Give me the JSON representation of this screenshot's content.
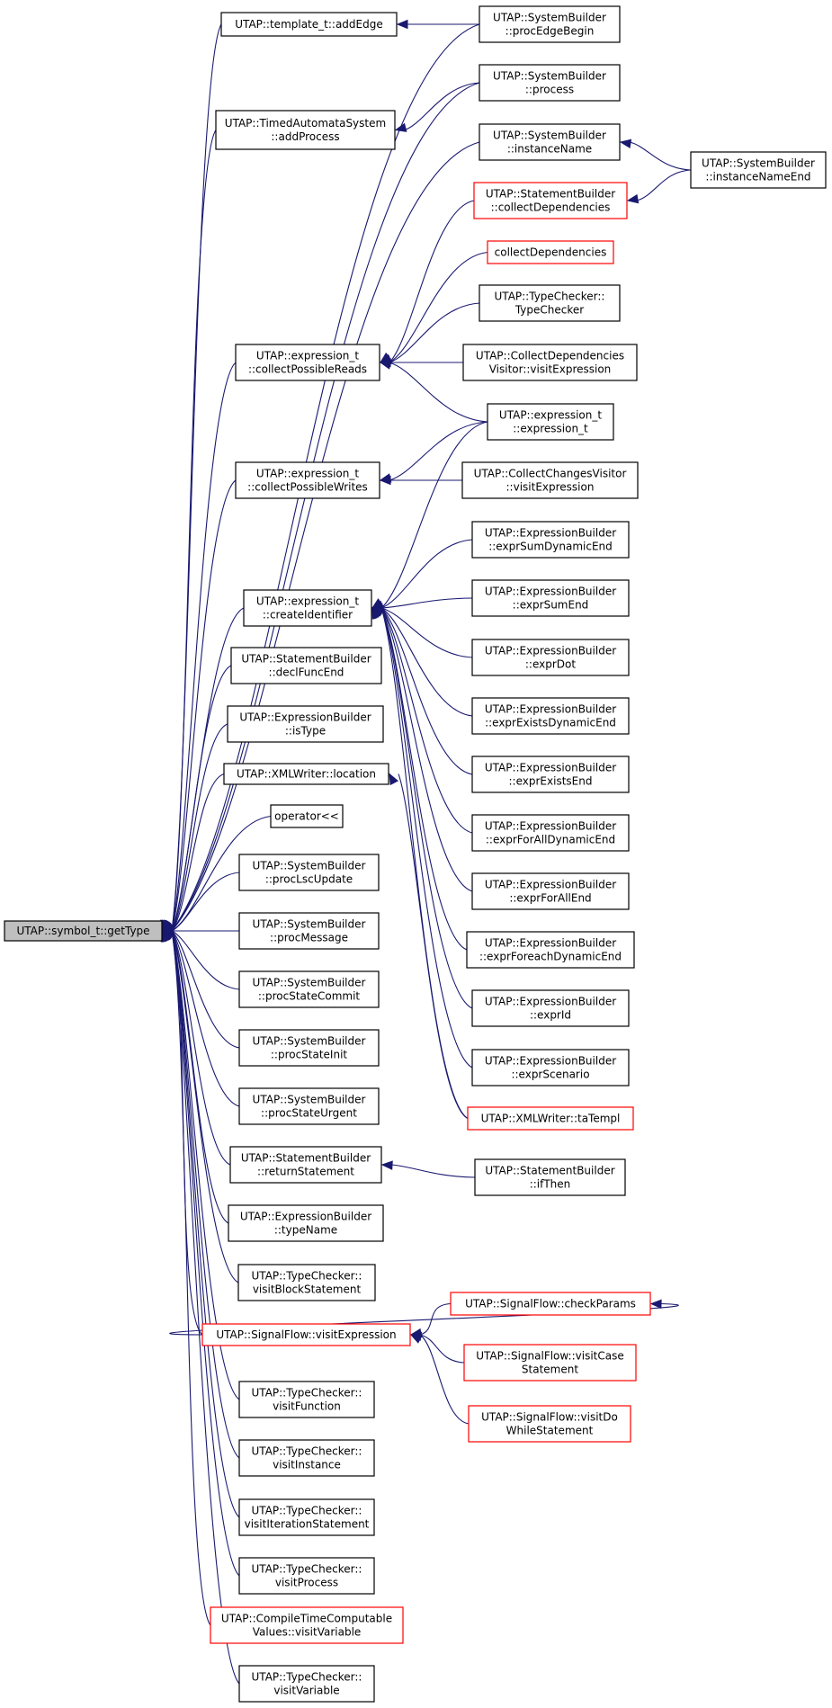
{
  "graph": {
    "nodes": [
      {
        "id": "root",
        "lines": [
          "UTAP::symbol_t::getType"
        ],
        "style": "root"
      },
      {
        "id": "addEdge",
        "lines": [
          "UTAP::template_t::addEdge"
        ],
        "style": "normal"
      },
      {
        "id": "procEdgeBegin",
        "lines": [
          "UTAP::SystemBuilder",
          "::procEdgeBegin"
        ],
        "style": "normal"
      },
      {
        "id": "addProcess",
        "lines": [
          "UTAP::TimedAutomataSystem",
          "::addProcess"
        ],
        "style": "normal"
      },
      {
        "id": "process",
        "lines": [
          "UTAP::SystemBuilder",
          "::process"
        ],
        "style": "normal"
      },
      {
        "id": "instanceName",
        "lines": [
          "UTAP::SystemBuilder",
          "::instanceName"
        ],
        "style": "normal"
      },
      {
        "id": "instanceNameEnd",
        "lines": [
          "UTAP::SystemBuilder",
          "::instanceNameEnd"
        ],
        "style": "normal"
      },
      {
        "id": "sbCollectDeps",
        "lines": [
          "UTAP::StatementBuilder",
          "::collectDependencies"
        ],
        "style": "red"
      },
      {
        "id": "collectDeps",
        "lines": [
          "collectDependencies"
        ],
        "style": "red"
      },
      {
        "id": "typeCheckerCtor",
        "lines": [
          "UTAP::TypeChecker::",
          "TypeChecker"
        ],
        "style": "normal"
      },
      {
        "id": "collectPossibleReads",
        "lines": [
          "UTAP::expression_t",
          "::collectPossibleReads"
        ],
        "style": "normal"
      },
      {
        "id": "cdvVisitExpr",
        "lines": [
          "UTAP::CollectDependencies",
          "Visitor::visitExpression"
        ],
        "style": "normal"
      },
      {
        "id": "exprCtor",
        "lines": [
          "UTAP::expression_t",
          "::expression_t"
        ],
        "style": "normal"
      },
      {
        "id": "collectPossibleWrites",
        "lines": [
          "UTAP::expression_t",
          "::collectPossibleWrites"
        ],
        "style": "normal"
      },
      {
        "id": "ccvVisitExpr",
        "lines": [
          "UTAP::CollectChangesVisitor",
          "::visitExpression"
        ],
        "style": "normal"
      },
      {
        "id": "exprSumDynamicEnd",
        "lines": [
          "UTAP::ExpressionBuilder",
          "::exprSumDynamicEnd"
        ],
        "style": "normal"
      },
      {
        "id": "createIdentifier",
        "lines": [
          "UTAP::expression_t",
          "::createIdentifier"
        ],
        "style": "normal"
      },
      {
        "id": "exprSumEnd",
        "lines": [
          "UTAP::ExpressionBuilder",
          "::exprSumEnd"
        ],
        "style": "normal"
      },
      {
        "id": "declFuncEnd",
        "lines": [
          "UTAP::StatementBuilder",
          "::declFuncEnd"
        ],
        "style": "normal"
      },
      {
        "id": "exprDot",
        "lines": [
          "UTAP::ExpressionBuilder",
          "::exprDot"
        ],
        "style": "normal"
      },
      {
        "id": "isType",
        "lines": [
          "UTAP::ExpressionBuilder",
          "::isType"
        ],
        "style": "normal"
      },
      {
        "id": "exprExistsDynamicEnd",
        "lines": [
          "UTAP::ExpressionBuilder",
          "::exprExistsDynamicEnd"
        ],
        "style": "normal"
      },
      {
        "id": "location",
        "lines": [
          "UTAP::XMLWriter::location"
        ],
        "style": "normal"
      },
      {
        "id": "exprExistsEnd",
        "lines": [
          "UTAP::ExpressionBuilder",
          "::exprExistsEnd"
        ],
        "style": "normal"
      },
      {
        "id": "operatorShl",
        "lines": [
          "operator<<"
        ],
        "style": "normal"
      },
      {
        "id": "exprForAllDynamicEnd",
        "lines": [
          "UTAP::ExpressionBuilder",
          "::exprForAllDynamicEnd"
        ],
        "style": "normal"
      },
      {
        "id": "procLscUpdate",
        "lines": [
          "UTAP::SystemBuilder",
          "::procLscUpdate"
        ],
        "style": "normal"
      },
      {
        "id": "exprForAllEnd",
        "lines": [
          "UTAP::ExpressionBuilder",
          "::exprForAllEnd"
        ],
        "style": "normal"
      },
      {
        "id": "procMessage",
        "lines": [
          "UTAP::SystemBuilder",
          "::procMessage"
        ],
        "style": "normal"
      },
      {
        "id": "exprForeachDynamicEnd",
        "lines": [
          "UTAP::ExpressionBuilder",
          "::exprForeachDynamicEnd"
        ],
        "style": "normal"
      },
      {
        "id": "procStateCommit",
        "lines": [
          "UTAP::SystemBuilder",
          "::procStateCommit"
        ],
        "style": "normal"
      },
      {
        "id": "exprId",
        "lines": [
          "UTAP::ExpressionBuilder",
          "::exprId"
        ],
        "style": "normal"
      },
      {
        "id": "procStateInit",
        "lines": [
          "UTAP::SystemBuilder",
          "::procStateInit"
        ],
        "style": "normal"
      },
      {
        "id": "exprScenario",
        "lines": [
          "UTAP::ExpressionBuilder",
          "::exprScenario"
        ],
        "style": "normal"
      },
      {
        "id": "procStateUrgent",
        "lines": [
          "UTAP::SystemBuilder",
          "::procStateUrgent"
        ],
        "style": "normal"
      },
      {
        "id": "taTempl",
        "lines": [
          "UTAP::XMLWriter::taTempl"
        ],
        "style": "red"
      },
      {
        "id": "returnStatement",
        "lines": [
          "UTAP::StatementBuilder",
          "::returnStatement"
        ],
        "style": "normal"
      },
      {
        "id": "ifThen",
        "lines": [
          "UTAP::StatementBuilder",
          "::ifThen"
        ],
        "style": "normal"
      },
      {
        "id": "typeName",
        "lines": [
          "UTAP::ExpressionBuilder",
          "::typeName"
        ],
        "style": "normal"
      },
      {
        "id": "visitBlockStatement",
        "lines": [
          "UTAP::TypeChecker::",
          "visitBlockStatement"
        ],
        "style": "normal"
      },
      {
        "id": "checkParams",
        "lines": [
          "UTAP::SignalFlow::checkParams"
        ],
        "style": "red"
      },
      {
        "id": "sfVisitExpr",
        "lines": [
          "UTAP::SignalFlow::visitExpression"
        ],
        "style": "red"
      },
      {
        "id": "visitCaseStatement",
        "lines": [
          "UTAP::SignalFlow::visitCase",
          "Statement"
        ],
        "style": "red"
      },
      {
        "id": "visitFunction",
        "lines": [
          "UTAP::TypeChecker::",
          "visitFunction"
        ],
        "style": "normal"
      },
      {
        "id": "visitDoWhile",
        "lines": [
          "UTAP::SignalFlow::visitDo",
          "WhileStatement"
        ],
        "style": "red"
      },
      {
        "id": "visitInstance",
        "lines": [
          "UTAP::TypeChecker::",
          "visitInstance"
        ],
        "style": "normal"
      },
      {
        "id": "visitIterationStatement",
        "lines": [
          "UTAP::TypeChecker::",
          "visitIterationStatement"
        ],
        "style": "normal"
      },
      {
        "id": "visitProcess",
        "lines": [
          "UTAP::TypeChecker::",
          "visitProcess"
        ],
        "style": "normal"
      },
      {
        "id": "ctcvVisitVariable",
        "lines": [
          "UTAP::CompileTimeComputable",
          "Values::visitVariable"
        ],
        "style": "red"
      },
      {
        "id": "tcVisitVariable",
        "lines": [
          "UTAP::TypeChecker::",
          "visitVariable"
        ],
        "style": "normal"
      }
    ],
    "edges": [
      [
        "root",
        "addEdge"
      ],
      [
        "root",
        "procEdgeBegin"
      ],
      [
        "root",
        "addProcess"
      ],
      [
        "root",
        "process"
      ],
      [
        "root",
        "instanceName"
      ],
      [
        "root",
        "collectPossibleReads"
      ],
      [
        "root",
        "collectPossibleWrites"
      ],
      [
        "root",
        "createIdentifier"
      ],
      [
        "root",
        "declFuncEnd"
      ],
      [
        "root",
        "isType"
      ],
      [
        "root",
        "location"
      ],
      [
        "root",
        "operatorShl"
      ],
      [
        "root",
        "procLscUpdate"
      ],
      [
        "root",
        "procMessage"
      ],
      [
        "root",
        "procStateCommit"
      ],
      [
        "root",
        "procStateInit"
      ],
      [
        "root",
        "procStateUrgent"
      ],
      [
        "root",
        "returnStatement"
      ],
      [
        "root",
        "typeName"
      ],
      [
        "root",
        "visitBlockStatement"
      ],
      [
        "root",
        "sfVisitExpr"
      ],
      [
        "root",
        "visitFunction"
      ],
      [
        "root",
        "visitInstance"
      ],
      [
        "root",
        "visitIterationStatement"
      ],
      [
        "root",
        "visitProcess"
      ],
      [
        "root",
        "ctcvVisitVariable"
      ],
      [
        "root",
        "tcVisitVariable"
      ],
      [
        "addEdge",
        "procEdgeBegin"
      ],
      [
        "addProcess",
        "process"
      ],
      [
        "instanceName",
        "instanceNameEnd"
      ],
      [
        "sbCollectDeps",
        "instanceNameEnd"
      ],
      [
        "collectPossibleReads",
        "sbCollectDeps"
      ],
      [
        "collectPossibleReads",
        "collectDeps"
      ],
      [
        "collectPossibleReads",
        "typeCheckerCtor"
      ],
      [
        "collectPossibleReads",
        "cdvVisitExpr"
      ],
      [
        "collectPossibleReads",
        "exprCtor"
      ],
      [
        "collectPossibleWrites",
        "exprCtor"
      ],
      [
        "collectPossibleWrites",
        "ccvVisitExpr"
      ],
      [
        "createIdentifier",
        "exprCtor"
      ],
      [
        "createIdentifier",
        "exprSumDynamicEnd"
      ],
      [
        "createIdentifier",
        "exprSumEnd"
      ],
      [
        "createIdentifier",
        "exprDot"
      ],
      [
        "createIdentifier",
        "exprExistsDynamicEnd"
      ],
      [
        "createIdentifier",
        "exprExistsEnd"
      ],
      [
        "createIdentifier",
        "exprForAllDynamicEnd"
      ],
      [
        "createIdentifier",
        "exprForAllEnd"
      ],
      [
        "createIdentifier",
        "exprForeachDynamicEnd"
      ],
      [
        "createIdentifier",
        "exprId"
      ],
      [
        "createIdentifier",
        "exprScenario"
      ],
      [
        "createIdentifier",
        "taTempl"
      ],
      [
        "location",
        "taTempl"
      ],
      [
        "returnStatement",
        "ifThen"
      ],
      [
        "sfVisitExpr",
        "checkParams"
      ],
      [
        "checkParams",
        "sfVisitExpr"
      ],
      [
        "sfVisitExpr",
        "visitCaseStatement"
      ],
      [
        "sfVisitExpr",
        "visitDoWhile"
      ]
    ]
  }
}
